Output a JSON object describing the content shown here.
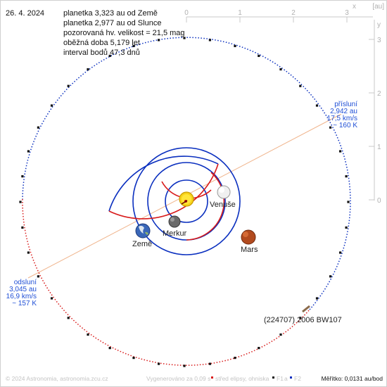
{
  "date": "26. 4. 2024",
  "info_lines": [
    "planetka 3,323 au od Země",
    "planetka 2,977 au od Slunce",
    "pozorovaná hv. velikost = 21,5 mag",
    "oběžná doba 5,179 let",
    "interval bodů 47,3 dnů"
  ],
  "axis": {
    "x_letter": "x",
    "y_letter": "y",
    "unit": "[au]",
    "x_ticks": [
      "0",
      "1",
      "2",
      "3"
    ],
    "y_ticks": [
      "3",
      "2",
      "1",
      "0"
    ]
  },
  "bodies": {
    "venus": "Venuše",
    "mercury": "Merkur",
    "earth": "Země",
    "mars": "Mars"
  },
  "perihelion": {
    "title": "přísluní",
    "distance": "2,942 au",
    "speed": "17,5 km/s",
    "temperature": "~ 160 K"
  },
  "aphelion": {
    "title": "odsluní",
    "distance": "3,045 au",
    "speed": "16,9 km/s",
    "temperature": "~ 157 K"
  },
  "asteroid_name": "(224707) 2006 BW107",
  "footer": {
    "copyright": "© 2024 Astronomia, astronomia.zcu.cz",
    "generated": "Vygenerováno za 0,09 s",
    "legend_center": "střed elipsy, ohniska",
    "legend_f1": "F1",
    "legend_a": "a",
    "legend_f2": "F2",
    "scale": "Měřítko: 0,0131 au/bod"
  },
  "colors": {
    "above_ecliptic": "#0a2fbf",
    "below_ecliptic": "#d81a1a",
    "label_blue": "#1f4fd6",
    "apsis_line": "#f0b48c",
    "axis_grey": "#b8b8b8"
  }
}
